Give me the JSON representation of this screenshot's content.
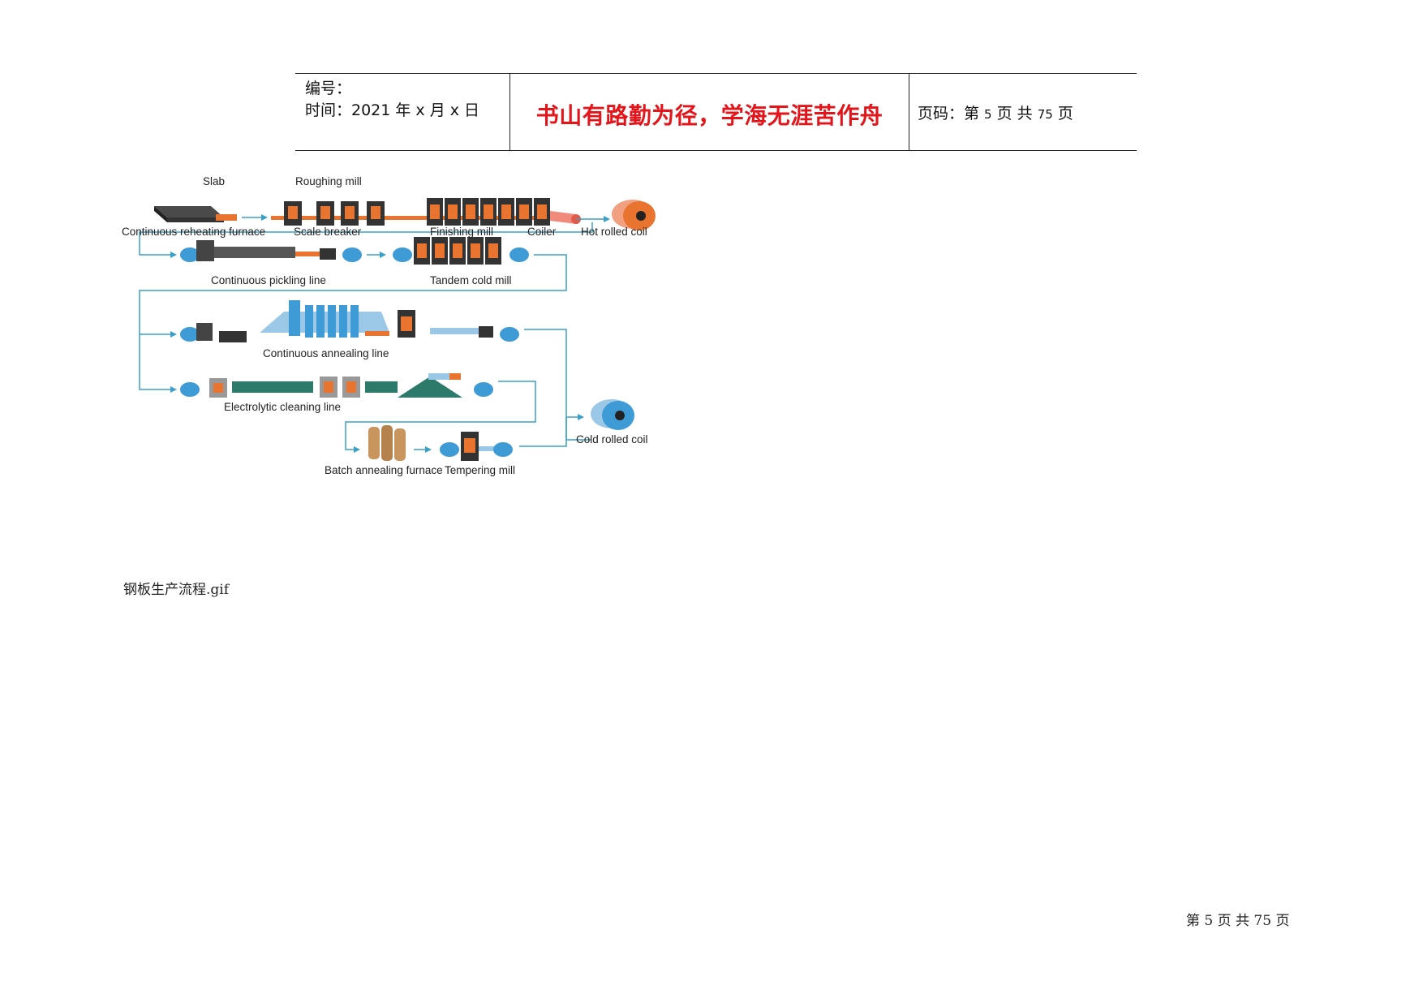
{
  "header": {
    "number_label": "编号：",
    "time_label": "时间：2021 年 x 月 x 日",
    "motto": "书山有路勤为径，学海无涯苦作舟",
    "page_prefix": "页码：第 ",
    "page_current": "5",
    "page_middle": " 页  共 ",
    "page_total": "75",
    "page_suffix": " 页"
  },
  "diagram": {
    "labels": {
      "slab": "Slab",
      "roughing_mill": "Roughing mill",
      "furnace": "Continuous reheating furnace",
      "scale_breaker": "Scale breaker",
      "finishing_mill": "Finishing mill",
      "coiler": "Coiler",
      "hot_rolled_coil": "Hot rolled coil",
      "pickling_line": "Continuous pickling line",
      "tandem_cold_mill": "Tandem cold mill",
      "annealing_line": "Continuous annealing line",
      "cleaning_line": "Electrolytic cleaning line",
      "batch_annealing": "Batch annealing furnace",
      "tempering_mill": "Tempering mill",
      "cold_rolled_coil": "Cold rolled coil"
    },
    "colors": {
      "hot": "#e8742f",
      "cold": "#3e9bd6",
      "line": "#3aa0c8",
      "stand": "#333333"
    }
  },
  "caption": "钢板生产流程.gif",
  "footer": {
    "text": "第  5  页  共  75  页"
  }
}
